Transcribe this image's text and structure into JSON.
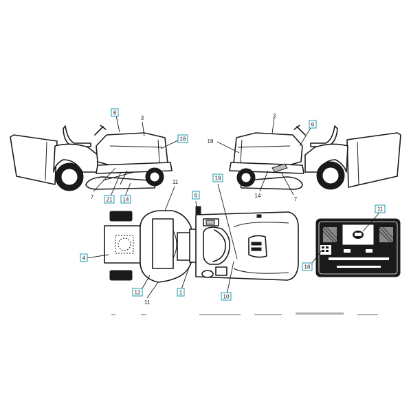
{
  "colors": {
    "callout_box": "#2aa3b8",
    "line": "#1a1a1a",
    "background": "#ffffff"
  },
  "left_side_view": {
    "callouts": {
      "c8": "8",
      "c3": "3",
      "c18": "18",
      "c7": "7",
      "c21": "21",
      "c14": "14"
    }
  },
  "right_side_view": {
    "callouts": {
      "c3": "3",
      "c6": "6",
      "c18": "18",
      "c14": "14",
      "c7": "7"
    }
  },
  "top_view": {
    "callouts": {
      "c11_top": "11",
      "c6": "6",
      "c19": "19",
      "c4": "4",
      "c12": "12",
      "c11_bottom": "11",
      "c1": "1",
      "c10": "10"
    }
  },
  "rear_view": {
    "callouts": {
      "c11": "11",
      "c16": "16"
    }
  }
}
